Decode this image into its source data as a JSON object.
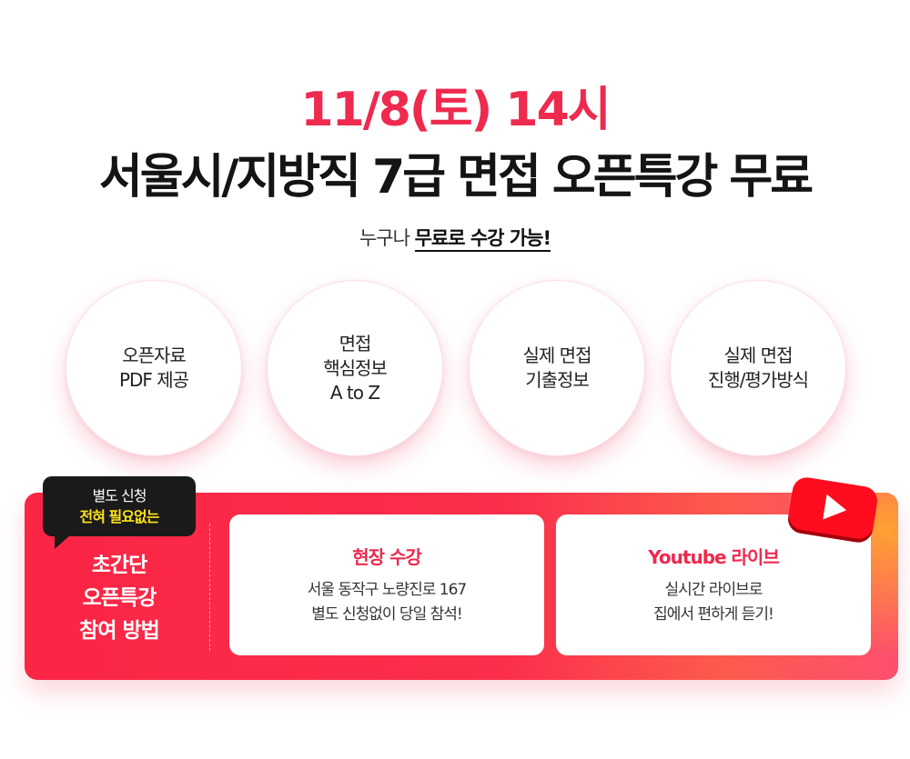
{
  "hero": {
    "date_line": "11/8(토) 14시",
    "title": "서울시/지방직 7급 면접 오픈특강 무료"
  },
  "subtitle": {
    "prefix": "누구나 ",
    "emphasis": "무료로 수강 가능!"
  },
  "features": [
    {
      "lines": [
        "오픈자료",
        "PDF 제공"
      ]
    },
    {
      "lines": [
        "면접",
        "핵심정보",
        "A to Z"
      ]
    },
    {
      "lines": [
        "실제 면접",
        "기출정보"
      ]
    },
    {
      "lines": [
        "실제 면접",
        "진행/평가방식"
      ]
    }
  ],
  "participation": {
    "bubble_line1": "별도 신청",
    "bubble_line2": "전혀 필요없는",
    "method_lines": [
      "초간단",
      "오픈특강",
      "참여 방법"
    ],
    "cards": [
      {
        "title": "현장 수강",
        "lines": [
          "서울 동작구 노량진로 167",
          "별도 신청없이 당일 참석!"
        ]
      },
      {
        "title": "Youtube 라이브",
        "lines": [
          "실시간 라이브로",
          "집에서 편하게 듣기!"
        ]
      }
    ],
    "youtube_icon": "youtube-play-icon"
  },
  "colors": {
    "accent": "#ee2a4e",
    "banner": "#fb2545",
    "highlight": "#ffe31a",
    "bubble": "#1a1a1a"
  }
}
